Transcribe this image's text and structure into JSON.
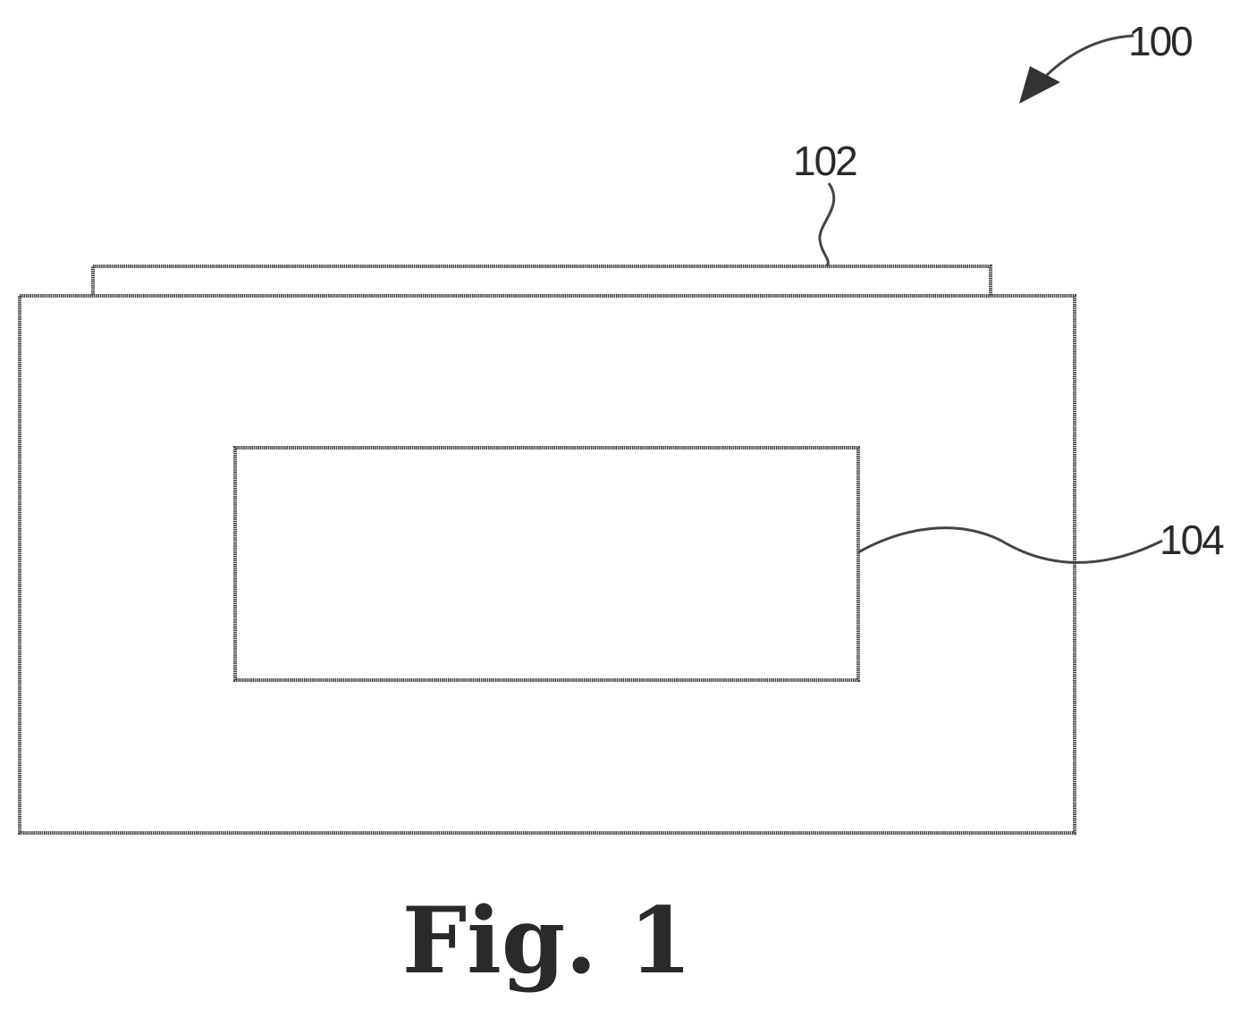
{
  "figure": {
    "caption": "Fig. 1",
    "labels": {
      "assembly": "100",
      "top_layer": "102",
      "inner_element": "104"
    }
  }
}
